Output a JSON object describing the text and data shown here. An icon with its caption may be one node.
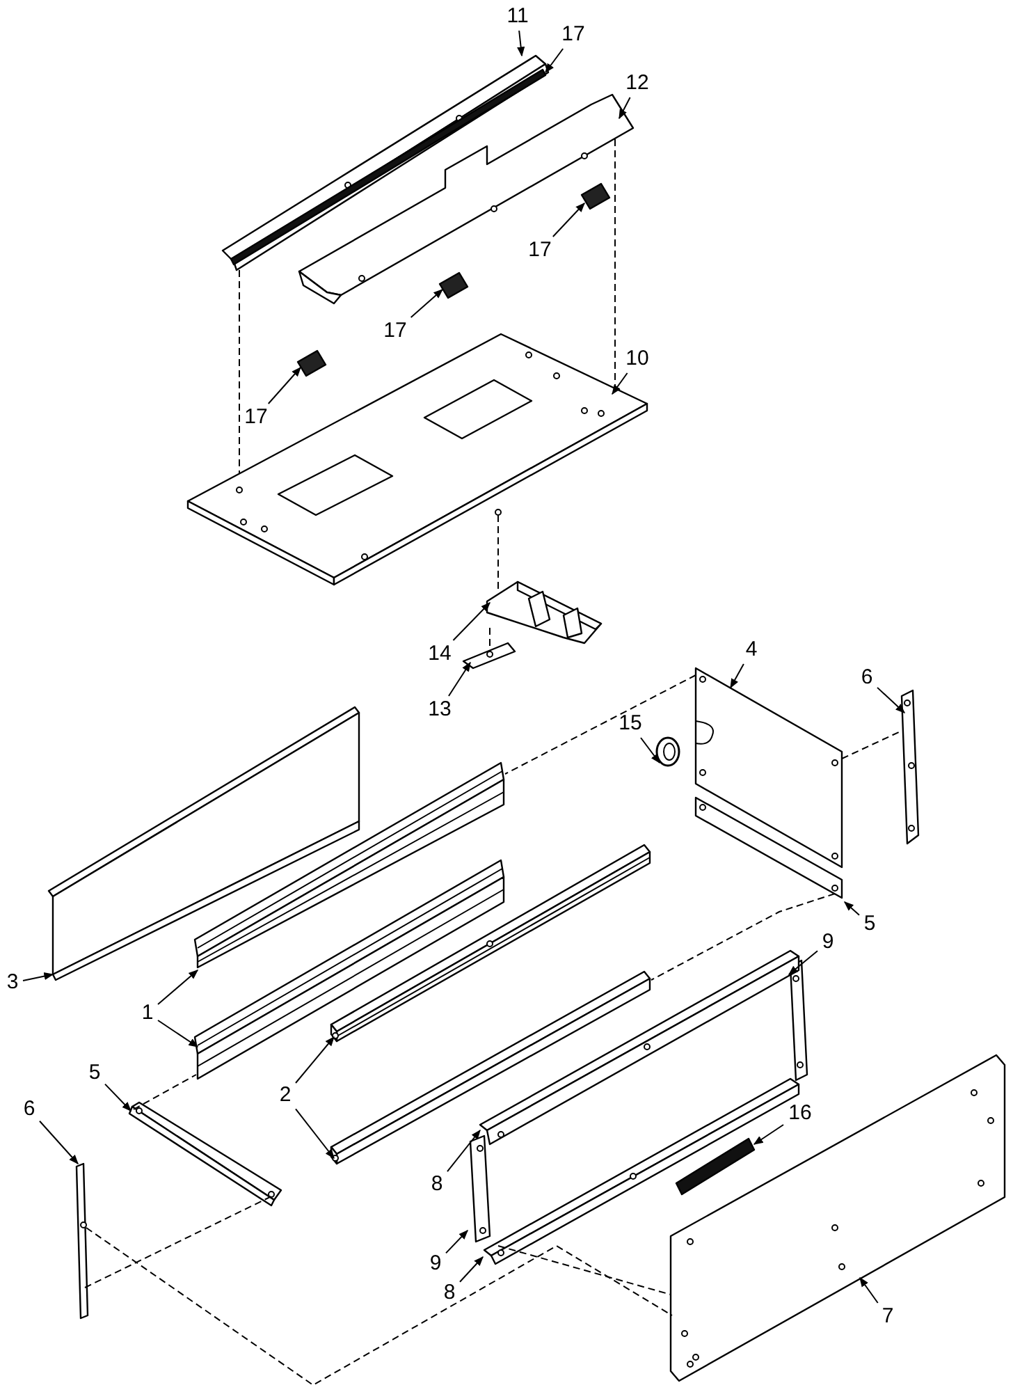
{
  "diagram": {
    "nodes": [
      {
        "text": [
          "11"
        ]
      },
      {
        "text": [
          "17"
        ]
      },
      {
        "text": [
          "12"
        ]
      },
      {
        "text": [
          "17"
        ]
      },
      {
        "text": [
          "17"
        ]
      },
      {
        "text": [
          "17"
        ]
      },
      {
        "text": [
          "10"
        ]
      },
      {
        "text": [
          "14"
        ]
      },
      {
        "text": [
          "13"
        ]
      },
      {
        "text": [
          "4"
        ]
      },
      {
        "text": [
          "6"
        ]
      },
      {
        "text": [
          "15"
        ]
      },
      {
        "text": [
          "5"
        ]
      },
      {
        "text": [
          "3"
        ]
      },
      {
        "text": [
          "1"
        ]
      },
      {
        "text": [
          "2"
        ]
      },
      {
        "text": [
          "9"
        ]
      },
      {
        "text": [
          "5"
        ]
      },
      {
        "text": [
          "6"
        ]
      },
      {
        "text": [
          "8"
        ]
      },
      {
        "text": [
          "9"
        ]
      },
      {
        "text": [
          "8"
        ]
      },
      {
        "text": [
          "16"
        ]
      },
      {
        "text": [
          "7"
        ]
      },
      {
        "text": [],
        "shape": "picture"
      },
      {
        "text": [],
        "shape": "picture"
      },
      {
        "text": [],
        "shape": "picture"
      },
      {
        "text": [],
        "shape": "picture"
      },
      {
        "text": [],
        "shape": "picture"
      },
      {
        "text": [],
        "shape": "picture"
      },
      {
        "text": [],
        "shape": "picture"
      },
      {
        "text": [],
        "shape": "picture"
      },
      {
        "text": [],
        "shape": "picture"
      },
      {
        "text": [],
        "shape": "picture"
      },
      {
        "text": [],
        "shape": "picture"
      },
      {
        "text": [],
        "shape": "picture"
      },
      {
        "text": [],
        "shape": "picture"
      },
      {
        "text": [],
        "shape": "picture"
      },
      {
        "text": [],
        "shape": "picture"
      },
      {
        "text": [],
        "shape": "picture"
      },
      {
        "text": [],
        "shape": "picture"
      },
      {
        "text": [],
        "shape": "picture"
      },
      {
        "text": [],
        "shape": "picture"
      },
      {
        "text": [],
        "shape": "picture"
      },
      {
        "text": [],
        "shape": "picture"
      },
      {
        "text": [],
        "shape": "picture"
      },
      {
        "text": [],
        "shape": "picture"
      },
      {
        "text": [],
        "shape": "picture"
      },
      {
        "text": [],
        "shape": "picture"
      },
      {
        "text": [],
        "shape": "picture"
      }
    ],
    "edges": [
      {
        "from": 0,
        "to": 24,
        "arrow": "to"
      },
      {
        "from": 1,
        "to": 25,
        "arrow": "to"
      },
      {
        "from": 2,
        "to": 26,
        "arrow": "to"
      },
      {
        "from": 3,
        "to": 27,
        "arrow": "to"
      },
      {
        "from": 4,
        "to": 28,
        "arrow": "to"
      },
      {
        "from": 5,
        "to": 29,
        "arrow": "to"
      },
      {
        "from": 6,
        "to": 30,
        "arrow": "to"
      },
      {
        "from": 7,
        "to": 31,
        "arrow": "to"
      },
      {
        "from": 8,
        "to": 32,
        "arrow": "to"
      },
      {
        "from": 9,
        "to": 46,
        "arrow": "to"
      },
      {
        "from": 10,
        "to": 48,
        "arrow": "to"
      },
      {
        "from": 11,
        "to": 49,
        "arrow": "to"
      },
      {
        "from": 12,
        "to": 47,
        "arrow": "to"
      },
      {
        "from": 13,
        "to": 33,
        "arrow": "to"
      },
      {
        "from": 14,
        "to": 34,
        "arrow": "to"
      },
      {
        "from": 14,
        "to": 35,
        "arrow": "to"
      },
      {
        "from": 15,
        "to": 36,
        "arrow": "to"
      },
      {
        "from": 15,
        "to": 37,
        "arrow": "to"
      },
      {
        "from": 16,
        "to": 38,
        "arrow": "to"
      },
      {
        "from": 17,
        "to": 44,
        "arrow": "to"
      },
      {
        "from": 18,
        "to": 45,
        "arrow": "to"
      },
      {
        "from": 19,
        "to": 39,
        "arrow": "to"
      },
      {
        "from": 20,
        "to": 40,
        "arrow": "to"
      },
      {
        "from": 21,
        "to": 41,
        "arrow": "to"
      },
      {
        "from": 22,
        "to": 42,
        "arrow": "to"
      },
      {
        "from": 23,
        "to": 43,
        "arrow": "to"
      },
      {
        "from": 24,
        "to": 30,
        "arrow": "none",
        "style": "dashed"
      },
      {
        "from": 26,
        "to": 30,
        "arrow": "none",
        "style": "dashed"
      },
      {
        "from": 30,
        "to": 31,
        "arrow": "none",
        "style": "dashed"
      },
      {
        "from": 31,
        "to": 32,
        "arrow": "none",
        "style": "dashed"
      },
      {
        "from": 46,
        "to": 34,
        "arrow": "none",
        "style": "dashed"
      },
      {
        "from": 46,
        "to": 48,
        "arrow": "none",
        "style": "dashed"
      },
      {
        "from": 47,
        "to": 37,
        "arrow": "none",
        "style": "dashed"
      },
      {
        "from": 44,
        "to": 35,
        "arrow": "none",
        "style": "dashed"
      },
      {
        "from": 45,
        "to": 44,
        "arrow": "none",
        "style": "dashed"
      },
      {
        "from": 45,
        "to": 43,
        "arrow": "none",
        "style": "dashed"
      },
      {
        "from": 41,
        "to": 43,
        "arrow": "none",
        "style": "dashed"
      }
    ]
  }
}
